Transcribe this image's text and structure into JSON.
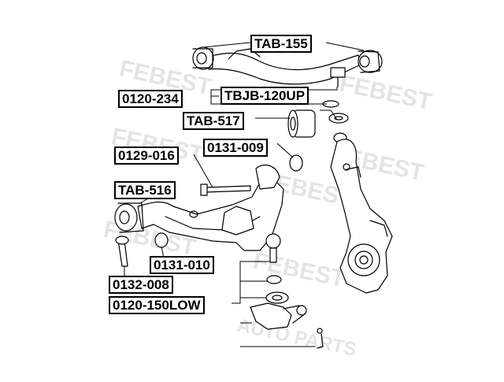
{
  "watermark": {
    "brand": "FEBEST",
    "tagline": "AUTOPARTS"
  },
  "part_labels": {
    "tab155": "TAB-155",
    "p0120_234": "0120-234",
    "tbjb120up": "TBJB-120UP",
    "tab517": "TAB-517",
    "p0129_016": "0129-016",
    "p0131_009": "0131-009",
    "tab516": "TAB-516",
    "p0131_010": "0131-010",
    "p0132_008": "0132-008",
    "p0120_150low": "0120-150LOW"
  }
}
